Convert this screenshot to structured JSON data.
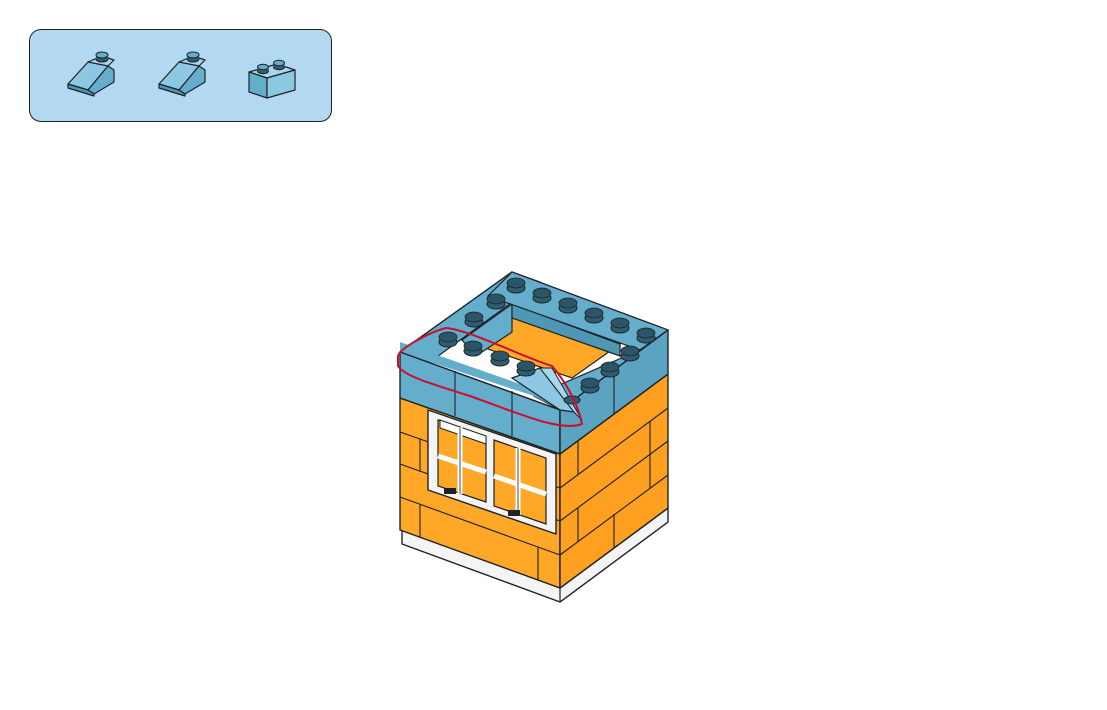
{
  "colors": {
    "brick_blue": "#64aecb",
    "brick_blue_light": "#8cc8e1",
    "brick_orange": "#ffa726",
    "base_white": "#f4f4f4",
    "callout_bg": "#b3d8f2",
    "highlight_red": "#c8102e",
    "outline": "#1e2228"
  },
  "parts": [
    {
      "name": "slope-brick-1x2",
      "color": "medium-azure"
    },
    {
      "name": "slope-brick-1x2",
      "color": "medium-azure"
    },
    {
      "name": "brick-1x2",
      "color": "medium-azure"
    }
  ],
  "model": {
    "name": "house-window-walls",
    "highlighted_part": "roof-row-slopes"
  }
}
